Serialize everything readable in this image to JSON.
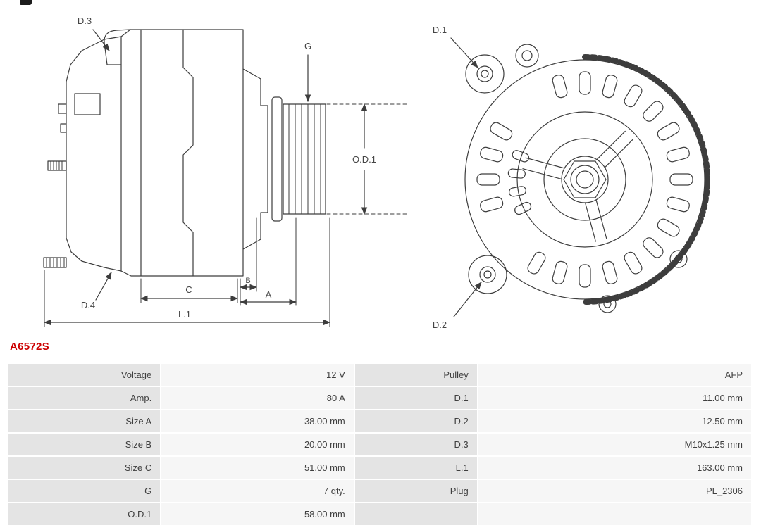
{
  "part_number": "A6572S",
  "colors": {
    "accent": "#cc0000",
    "drawing_line": "#3d3d3d",
    "table_label_bg": "#e4e4e4",
    "table_value_bg": "#f6f6f6"
  },
  "diagram": {
    "labels": {
      "d1": "D.1",
      "d2": "D.2",
      "d3": "D.3",
      "d4": "D.4",
      "g": "G",
      "od1": "O.D.1",
      "a": "A",
      "b": "B",
      "c": "C",
      "l1": "L.1"
    }
  },
  "table": {
    "rows": [
      {
        "label1": "Voltage",
        "value1": "12 V",
        "label2": "Pulley",
        "value2": "AFP"
      },
      {
        "label1": "Amp.",
        "value1": "80 A",
        "label2": "D.1",
        "value2": "11.00 mm"
      },
      {
        "label1": "Size A",
        "value1": "38.00 mm",
        "label2": "D.2",
        "value2": "12.50 mm"
      },
      {
        "label1": "Size B",
        "value1": "20.00 mm",
        "label2": "D.3",
        "value2": "M10x1.25 mm"
      },
      {
        "label1": "Size C",
        "value1": "51.00 mm",
        "label2": "L.1",
        "value2": "163.00 mm"
      },
      {
        "label1": "G",
        "value1": "7 qty.",
        "label2": "Plug",
        "value2": "PL_2306"
      },
      {
        "label1": "O.D.1",
        "value1": "58.00 mm",
        "label2": "",
        "value2": ""
      }
    ]
  }
}
